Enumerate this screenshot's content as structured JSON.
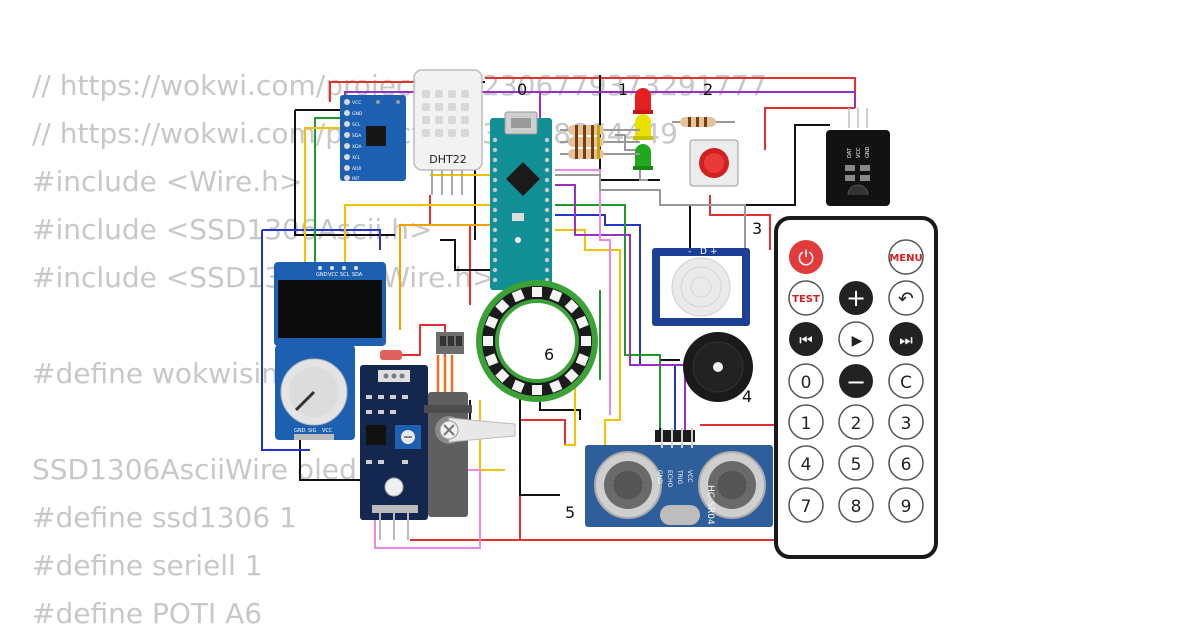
{
  "code_lines": [
    "// https://wokwi.com/projects/342306779373291777",
    "// https://wokwi.com/projects/3431748864449",
    "#include <Wire.h>",
    "#include <SSD1306Ascii.h>",
    "#include <SSD1306AsciiWire.h>",
    "",
    "#define wokwisim 1",
    "",
    "SSD1306AsciiWire oled;",
    "#define ssd1306 1",
    "#define seriell 1",
    "#define POTI A6"
  ],
  "labels": {
    "dht": "DHT22",
    "n0": "0",
    "n1": "1",
    "n2": "2",
    "n3": "3",
    "n4": "4",
    "n5": "5",
    "n6": "6",
    "ultrasonic": "HC-SR04",
    "us_pins": [
      "VCC",
      "TRIG",
      "ECHO",
      "GND"
    ],
    "oled_pins": [
      "GND",
      "VCC",
      "SCL",
      "SDA"
    ],
    "mpu_pins": [
      "VCC",
      "GND",
      "SCL",
      "SDA",
      "XDA",
      "XCL",
      "AD0",
      "INT"
    ],
    "ir_pins": [
      "DAT",
      "VCC",
      "GND"
    ],
    "pot_pins": [
      "GND",
      "SIG",
      "VCC"
    ],
    "pir_pins": [
      "-",
      "D",
      "+"
    ]
  },
  "remote": {
    "power": "⏻",
    "menu": "MENU",
    "test": "TEST",
    "plus": "+",
    "back": "↶",
    "prev": "⏮",
    "play": "▶",
    "next": "⏭",
    "zero": "0",
    "minus": "−",
    "clear": "C",
    "digits": [
      "1",
      "2",
      "3",
      "4",
      "5",
      "6",
      "7",
      "8",
      "9"
    ]
  }
}
